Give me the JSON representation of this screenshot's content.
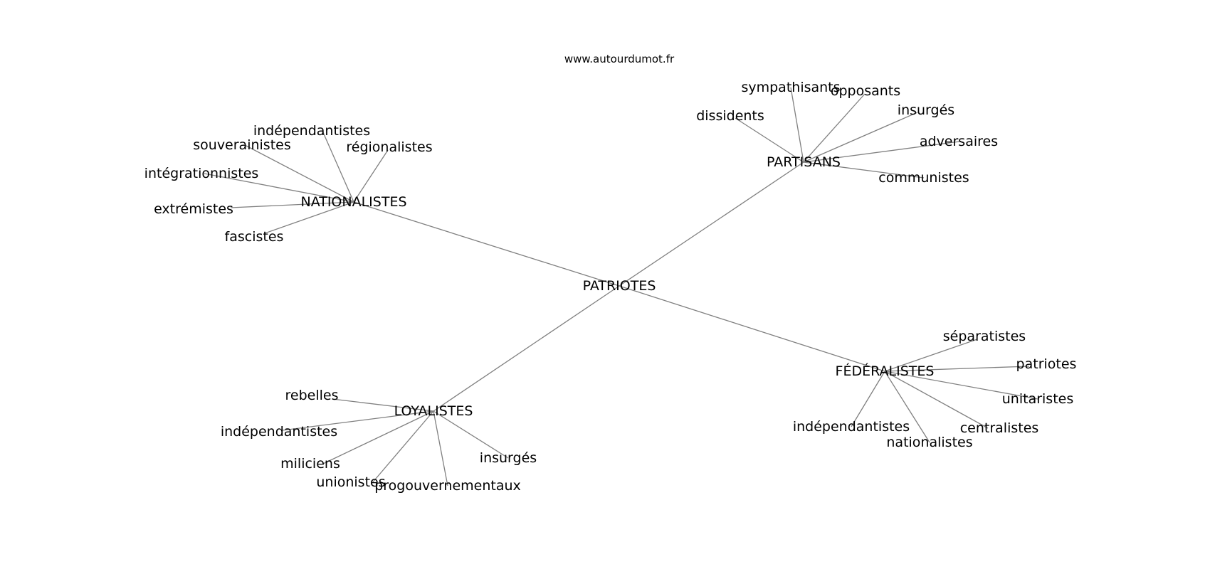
{
  "watermark": "www.autourdumot.fr",
  "edge_color": "#808080",
  "graph": {
    "root": "PATRIOTES",
    "clusters": [
      {
        "label": "NATIONALISTES",
        "words": [
          "indépendantistes",
          "souverainistes",
          "régionalistes",
          "intégrationnistes",
          "extrémistes",
          "fascistes"
        ]
      },
      {
        "label": "PARTISANS",
        "words": [
          "sympathisants",
          "opposants",
          "dissidents",
          "insurgés",
          "adversaires",
          "communistes"
        ]
      },
      {
        "label": "FÉDÉRALISTES",
        "words": [
          "séparatistes",
          "patriotes",
          "unitaristes",
          "centralistes",
          "nationalistes",
          "indépendantistes"
        ]
      },
      {
        "label": "LOYALISTES",
        "words": [
          "rebelles",
          "indépendantistes",
          "miliciens",
          "unionistes",
          "progouvernementaux",
          "insurgés"
        ]
      }
    ]
  }
}
